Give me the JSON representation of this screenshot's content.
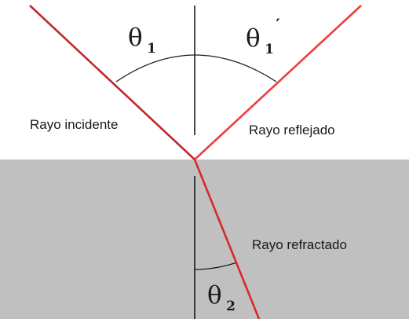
{
  "colors": {
    "upper_medium": "#ffffff",
    "lower_medium": "#c0c0c0",
    "incident_ray": "#c0282d",
    "reflected_ray": "#ef3b3b",
    "refracted_ray": "#d7282d",
    "normal_line": "#1a1a1a",
    "angle_arc": "#1a1a1a"
  },
  "labels": {
    "incident": "Rayo incidente",
    "reflected": "Rayo reflejado",
    "refracted": "Rayo refractado"
  },
  "angles": {
    "incident": {
      "symbol": "θ",
      "subscript": "1"
    },
    "reflected": {
      "symbol": "θ",
      "subscript": "1",
      "prime": "′"
    },
    "refracted": {
      "symbol": "θ",
      "subscript": "2"
    }
  }
}
